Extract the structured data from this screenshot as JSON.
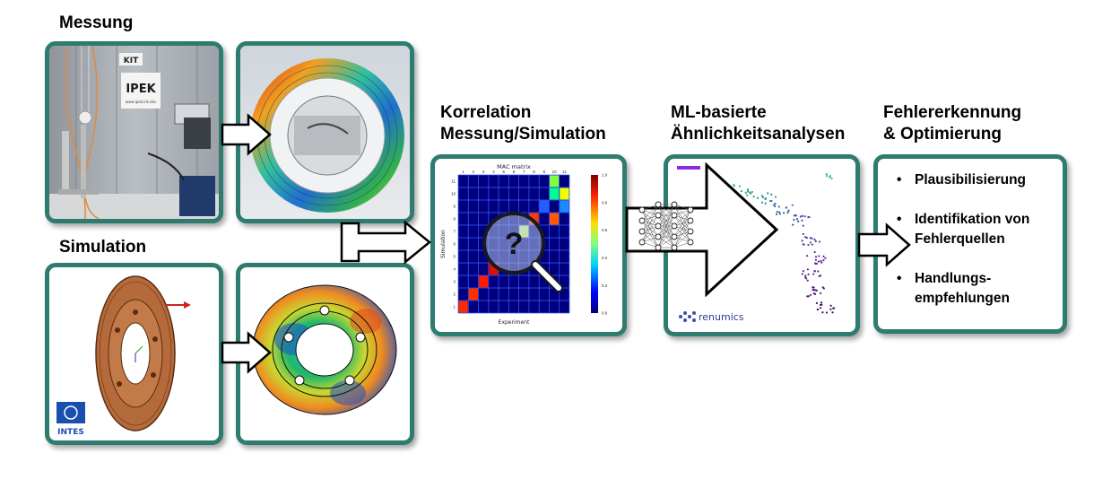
{
  "labels": {
    "messung": "Messung",
    "simulation": "Simulation",
    "korrelation": "Korrelation\nMessung/Simulation",
    "ml": "ML-basierte\nÄhnlichkeitsanalysen",
    "fehler": "Fehlererkennung\n& Optimierung"
  },
  "photo": {
    "kit_logo": "KIT",
    "ipek_logo": "IPEK",
    "ipek_url": "www.ipek.kit.edu"
  },
  "mac": {
    "title": "MAC matrix",
    "xlabel": "Experiment",
    "ylabel": "Simulation",
    "question": "?",
    "xticks": [
      "1",
      "2",
      "3",
      "4",
      "5",
      "6",
      "7",
      "8",
      "9",
      "10",
      "11"
    ],
    "yticks": [
      "11",
      "10",
      "9",
      "8",
      "7",
      "6",
      "5",
      "4",
      "3",
      "2",
      "1"
    ],
    "colorbar_ticks": [
      "1.0",
      "0.8",
      "0.6",
      "0.4",
      "0.2",
      "0.0"
    ]
  },
  "logos": {
    "intes": "INTES",
    "renumics": "renumics"
  },
  "bullets": [
    "Plausibilisierung",
    "Identifikation von\nFehlerquellen",
    "Handlungs-\nempfehlungen"
  ],
  "colors": {
    "frame_border": "#2e7b70",
    "mac_background": "#00007f"
  }
}
